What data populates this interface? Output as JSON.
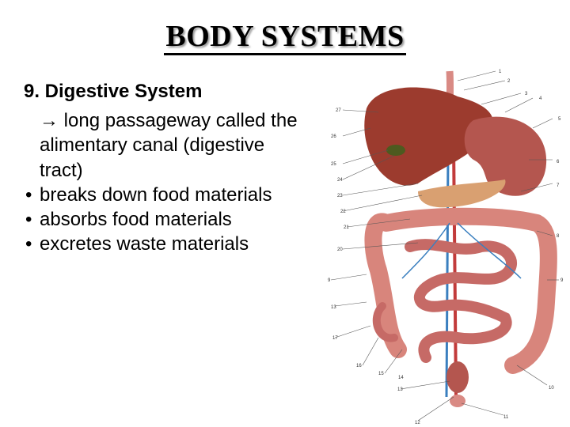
{
  "slide": {
    "title": "BODY SYSTEMS",
    "heading": "9. Digestive System",
    "arrow_line_1": "long passageway called the",
    "arrow_line_2": "alimentary canal (digestive",
    "arrow_line_3": "tract)",
    "bullets": [
      "breaks down food materials",
      "absorbs food materials",
      "excretes waste materials"
    ]
  },
  "diagram": {
    "labels": [
      "1",
      "2",
      "3",
      "4",
      "5",
      "6",
      "7",
      "8",
      "9",
      "10",
      "11",
      "12",
      "13",
      "14",
      "15",
      "16",
      "17",
      "13",
      "9",
      "20",
      "21",
      "22",
      "23",
      "24",
      "25",
      "26",
      "27"
    ]
  },
  "colors": {
    "organ": "#c4585a",
    "liver": "#9c3b2e",
    "vessel_blue": "#3a7fbf",
    "text": "#000000"
  }
}
